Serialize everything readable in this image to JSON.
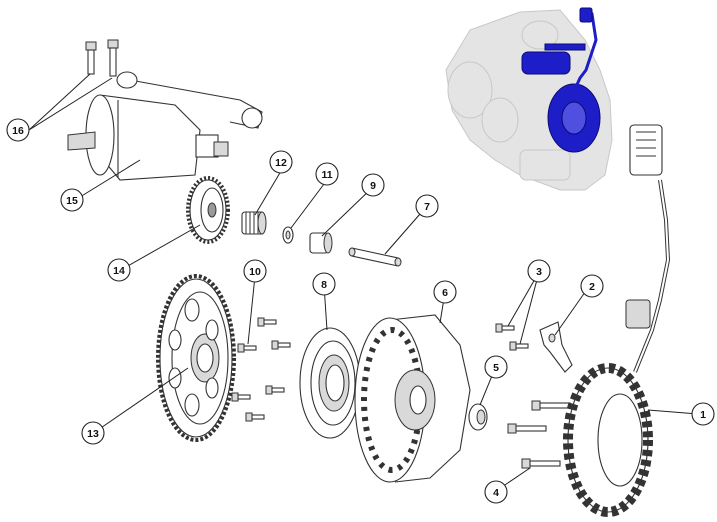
{
  "colors": {
    "line": "#333333",
    "highlight": "#1e1ec8",
    "ghost_engine": "#d6d6d6"
  },
  "callouts": [
    {
      "id": "1",
      "label": "1"
    },
    {
      "id": "2",
      "label": "2"
    },
    {
      "id": "3",
      "label": "3"
    },
    {
      "id": "4",
      "label": "4"
    },
    {
      "id": "5",
      "label": "5"
    },
    {
      "id": "6",
      "label": "6"
    },
    {
      "id": "7",
      "label": "7"
    },
    {
      "id": "8",
      "label": "8"
    },
    {
      "id": "9",
      "label": "9"
    },
    {
      "id": "10",
      "label": "10"
    },
    {
      "id": "11",
      "label": "11"
    },
    {
      "id": "12",
      "label": "12"
    },
    {
      "id": "13",
      "label": "13"
    },
    {
      "id": "14",
      "label": "14"
    },
    {
      "id": "15",
      "label": "15"
    },
    {
      "id": "16",
      "label": "16"
    }
  ]
}
